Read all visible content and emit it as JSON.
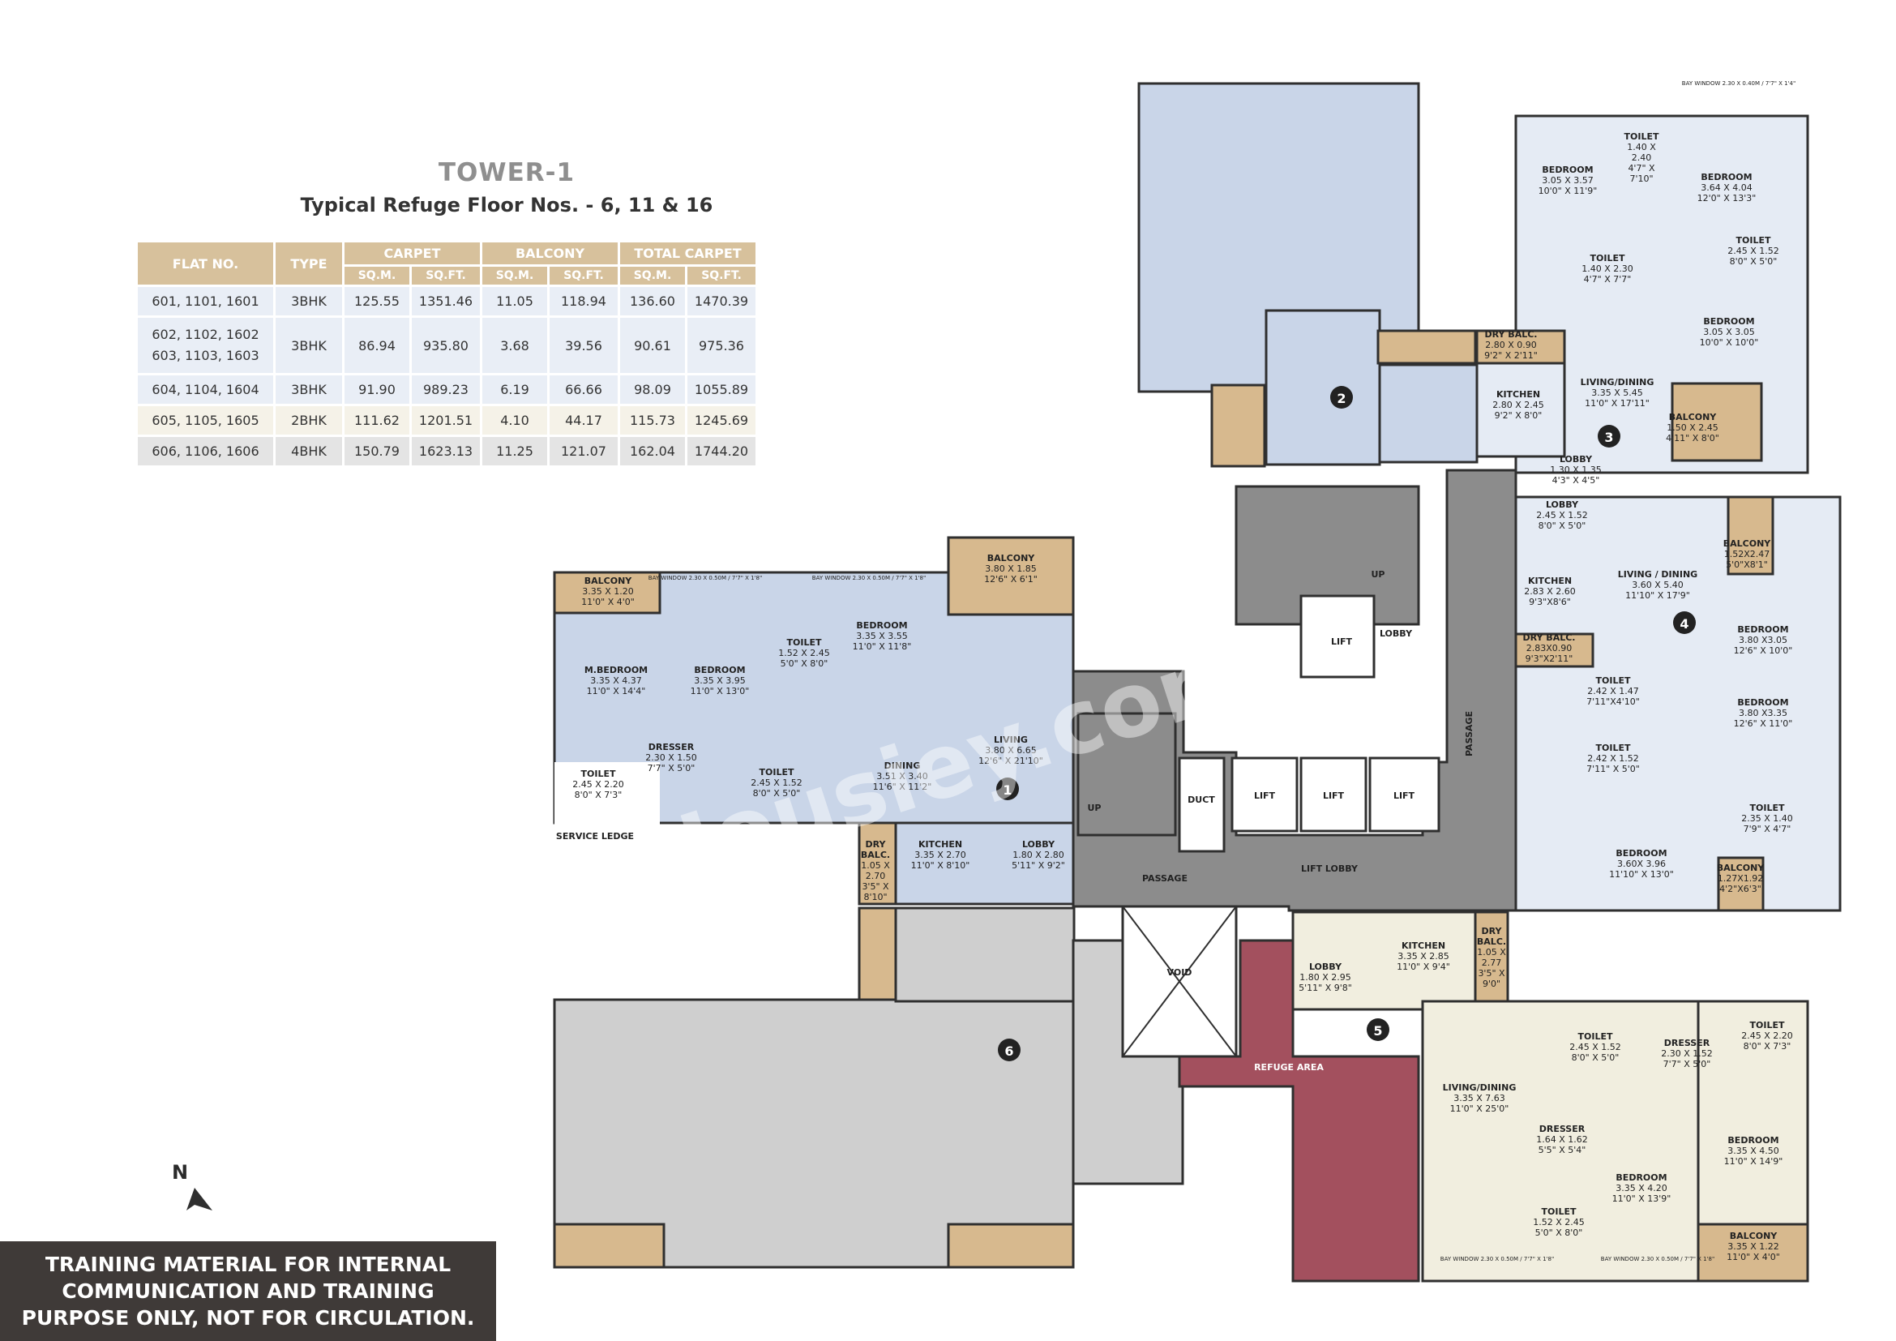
{
  "header": {
    "title": "TOWER-1",
    "subtitle": "Typical Refuge Floor Nos. - 6, 11 & 16"
  },
  "table": {
    "col_flat": "FLAT NO.",
    "col_type": "TYPE",
    "col_carpet": "CARPET",
    "col_balcony": "BALCONY",
    "col_total": "TOTAL CARPET",
    "unit_sqm": "SQ.M.",
    "unit_sqft": "SQ.FT.",
    "rows": [
      {
        "flat": "601, 1101, 1601",
        "type": "3BHK",
        "carpet_sqm": "125.55",
        "carpet_sqft": "1351.46",
        "balcony_sqm": "11.05",
        "balcony_sqft": "118.94",
        "total_sqm": "136.60",
        "total_sqft": "1470.39"
      },
      {
        "flat": "602, 1102, 1602",
        "flat2": "603, 1103, 1603",
        "type": "3BHK",
        "carpet_sqm": "86.94",
        "carpet_sqft": "935.80",
        "balcony_sqm": "3.68",
        "balcony_sqft": "39.56",
        "total_sqm": "90.61",
        "total_sqft": "975.36"
      },
      {
        "flat": "604, 1104, 1604",
        "type": "3BHK",
        "carpet_sqm": "91.90",
        "carpet_sqft": "989.23",
        "balcony_sqm": "6.19",
        "balcony_sqft": "66.66",
        "total_sqm": "98.09",
        "total_sqft": "1055.89"
      },
      {
        "flat": "605, 1105, 1605",
        "type": "2BHK",
        "carpet_sqm": "111.62",
        "carpet_sqft": "1201.51",
        "balcony_sqm": "4.10",
        "balcony_sqft": "44.17",
        "total_sqm": "115.73",
        "total_sqft": "1245.69"
      },
      {
        "flat": "606, 1106, 1606",
        "type": "4BHK",
        "carpet_sqm": "150.79",
        "carpet_sqft": "1623.13",
        "balcony_sqm": "11.25",
        "balcony_sqft": "121.07",
        "total_sqm": "162.04",
        "total_sqft": "1744.20"
      }
    ]
  },
  "plan": {
    "unit_numbers": [
      "1",
      "2",
      "3",
      "4",
      "5",
      "6"
    ],
    "core": {
      "lift": "LIFT",
      "lobby": "LOBBY",
      "duct": "DUCT",
      "passage": "PASSAGE",
      "lift_lobby": "LIFT LOBBY",
      "void": "VOID",
      "refuge": "REFUGE AREA",
      "up": "UP",
      "service_ledge": "SERVICE LEDGE"
    },
    "unit1": {
      "balcony_a": [
        "BALCONY",
        "3.35 X 1.20",
        "11'0\" X 4'0\""
      ],
      "m_bedroom": [
        "M.BEDROOM",
        "3.35 X 4.37",
        "11'0\" X 14'4\""
      ],
      "bedroom_a": [
        "BEDROOM",
        "3.35 X 3.95",
        "11'0\" X 13'0\""
      ],
      "dresser": [
        "DRESSER",
        "2.30 X 1.50",
        "7'7\" X 5'0\""
      ],
      "toilet_a": [
        "TOILET",
        "2.45 X 2.20",
        "8'0\" X 7'3\""
      ],
      "toilet_b": [
        "TOILET",
        "2.45 X 1.52",
        "8'0\" X 5'0\""
      ],
      "toilet_c": [
        "TOILET",
        "1.52 X 2.45",
        "5'0\" X 8'0\""
      ],
      "bedroom_b": [
        "BEDROOM",
        "3.35 X 3.55",
        "11'0\" X 11'8\""
      ],
      "balcony_b": [
        "BALCONY",
        "3.80 X 1.85",
        "12'6\" X 6'1\""
      ],
      "living": [
        "LIVING",
        "3.80 X 6.65",
        "12'6\" X 21'10\""
      ],
      "dining": [
        "DINING",
        "3.51 X 3.40",
        "11'6\" X 11'2\""
      ],
      "kitchen": [
        "KITCHEN",
        "3.35 X 2.70",
        "11'0\" X 8'10\""
      ],
      "lobby": [
        "LOBBY",
        "1.80 X 2.80",
        "5'11\" X 9'2\""
      ],
      "dry_balc": [
        "DRY",
        "BALC.",
        "1.05 X",
        "2.70",
        "3'5\" X",
        "8'10\""
      ],
      "bay_window_a": "BAY WINDOW 2.30 X 0.50M / 7'7\" X 1'8\"",
      "bay_window_b": "BAY WINDOW 2.30 X 0.50M / 7'7\" X 1'8\""
    },
    "unit3": {
      "bedroom_a": [
        "BEDROOM",
        "3.05 X 3.57",
        "10'0\" X 11'9\""
      ],
      "toilet_a": [
        "TOILET",
        "1.40 X",
        "2.40",
        "4'7\" X",
        "7'10\""
      ],
      "bedroom_b": [
        "BEDROOM",
        "3.64 X 4.04",
        "12'0\" X 13'3\""
      ],
      "toilet_b": [
        "TOILET",
        "2.45 X 1.52",
        "8'0\" X 5'0\""
      ],
      "toilet_c": [
        "TOILET",
        "1.40 X 2.30",
        "4'7\" X 7'7\""
      ],
      "bedroom_c": [
        "BEDROOM",
        "3.05 X 3.05",
        "10'0\" X 10'0\""
      ],
      "dry_balc": [
        "DRY BALC.",
        "2.80 X 0.90",
        "9'2\" X 2'11\""
      ],
      "kitchen": [
        "KITCHEN",
        "2.80 X 2.45",
        "9'2\" X 8'0\""
      ],
      "living": [
        "LIVING/DINING",
        "3.35 X 5.45",
        "11'0\" X 17'11\""
      ],
      "balcony": [
        "BALCONY",
        "1.50 X 2.45",
        "4'11\" X 8'0\""
      ],
      "lobby": [
        "LOBBY",
        "1.30 X 1.35",
        "4'3\" X 4'5\""
      ],
      "bay_window": "BAY WINDOW 2.30 X 0.40M / 7'7\" X 1'4\""
    },
    "unit4": {
      "lobby": [
        "LOBBY",
        "2.45 X 1.52",
        "8'0\" X 5'0\""
      ],
      "kitchen": [
        "KITCHEN",
        "2.83 X 2.60",
        "9'3\"X8'6\""
      ],
      "living": [
        "LIVING / DINING",
        "3.60 X 5.40",
        "11'10\" X 17'9\""
      ],
      "balcony_a": [
        "BALCONY",
        "1.52X2.47",
        "5'0\"X8'1\""
      ],
      "dry_balc": [
        "DRY BALC.",
        "2.83X0.90",
        "9'3\"X2'11\""
      ],
      "bedroom_a": [
        "BEDROOM",
        "3.80 X3.05",
        "12'6\" X 10'0\""
      ],
      "toilet_a": [
        "TOILET",
        "2.42 X 1.47",
        "7'11\"X4'10\""
      ],
      "bedroom_b": [
        "BEDROOM",
        "3.80 X3.35",
        "12'6\" X 11'0\""
      ],
      "toilet_b": [
        "TOILET",
        "2.42 X 1.52",
        "7'11\" X 5'0\""
      ],
      "bedroom_c": [
        "BEDROOM",
        "3.60X 3.96",
        "11'10\" X 13'0\""
      ],
      "toilet_c": [
        "TOILET",
        "2.35 X 1.40",
        "7'9\" X 4'7\""
      ],
      "balcony_b": [
        "BALCONY",
        "1.27X1.92",
        "4'2\"X6'3\""
      ]
    },
    "unit5": {
      "lobby": [
        "LOBBY",
        "1.80 X 2.95",
        "5'11\" X 9'8\""
      ],
      "kitchen": [
        "KITCHEN",
        "3.35 X 2.85",
        "11'0\" X 9'4\""
      ],
      "dry_balc": [
        "DRY",
        "BALC.",
        "1.05 X",
        "2.77",
        "3'5\" X",
        "9'0\""
      ],
      "living": [
        "LIVING/DINING",
        "3.35 X 7.63",
        "11'0\" X 25'0\""
      ],
      "toilet_a": [
        "TOILET",
        "2.45 X 1.52",
        "8'0\" X 5'0\""
      ],
      "dresser_a": [
        "DRESSER",
        "2.30 X 1.52",
        "7'7\" X 5'0\""
      ],
      "toilet_b": [
        "TOILET",
        "2.45 X 2.20",
        "8'0\" X 7'3\""
      ],
      "dresser_b": [
        "DRESSER",
        "1.64 X 1.62",
        "5'5\" X 5'4\""
      ],
      "bedroom_a": [
        "BEDROOM",
        "3.35 X 4.20",
        "11'0\" X 13'9\""
      ],
      "bedroom_b": [
        "BEDROOM",
        "3.35 X 4.50",
        "11'0\" X 14'9\""
      ],
      "toilet_c": [
        "TOILET",
        "1.52 X 2.45",
        "5'0\" X 8'0\""
      ],
      "balcony": [
        "BALCONY",
        "3.35 X 1.22",
        "11'0\" X 4'0\""
      ],
      "bay_window_a": "BAY WINDOW 2.30 X 0.50M / 7'7\" X 1'8\"",
      "bay_window_b": "BAY WINDOW 2.30 X 0.50M / 7'7\" X 1'8\""
    }
  },
  "watermark": "Housiey.com",
  "north_label": "N",
  "notice": {
    "line1": "TRAINING MATERIAL FOR INTERNAL",
    "line2": "COMMUNICATION AND TRAINING",
    "line3": "PURPOSE ONLY, NOT FOR CIRCULATION."
  },
  "colors": {
    "blue_unit": "#c9d5e8",
    "cream_unit": "#f1eedf",
    "grey_unit": "#cfcfcf",
    "core_grey": "#8c8c8c",
    "refuge": "#a3505e",
    "balcony_tan": "#d7b98e",
    "wall": "#2f2f2f"
  }
}
